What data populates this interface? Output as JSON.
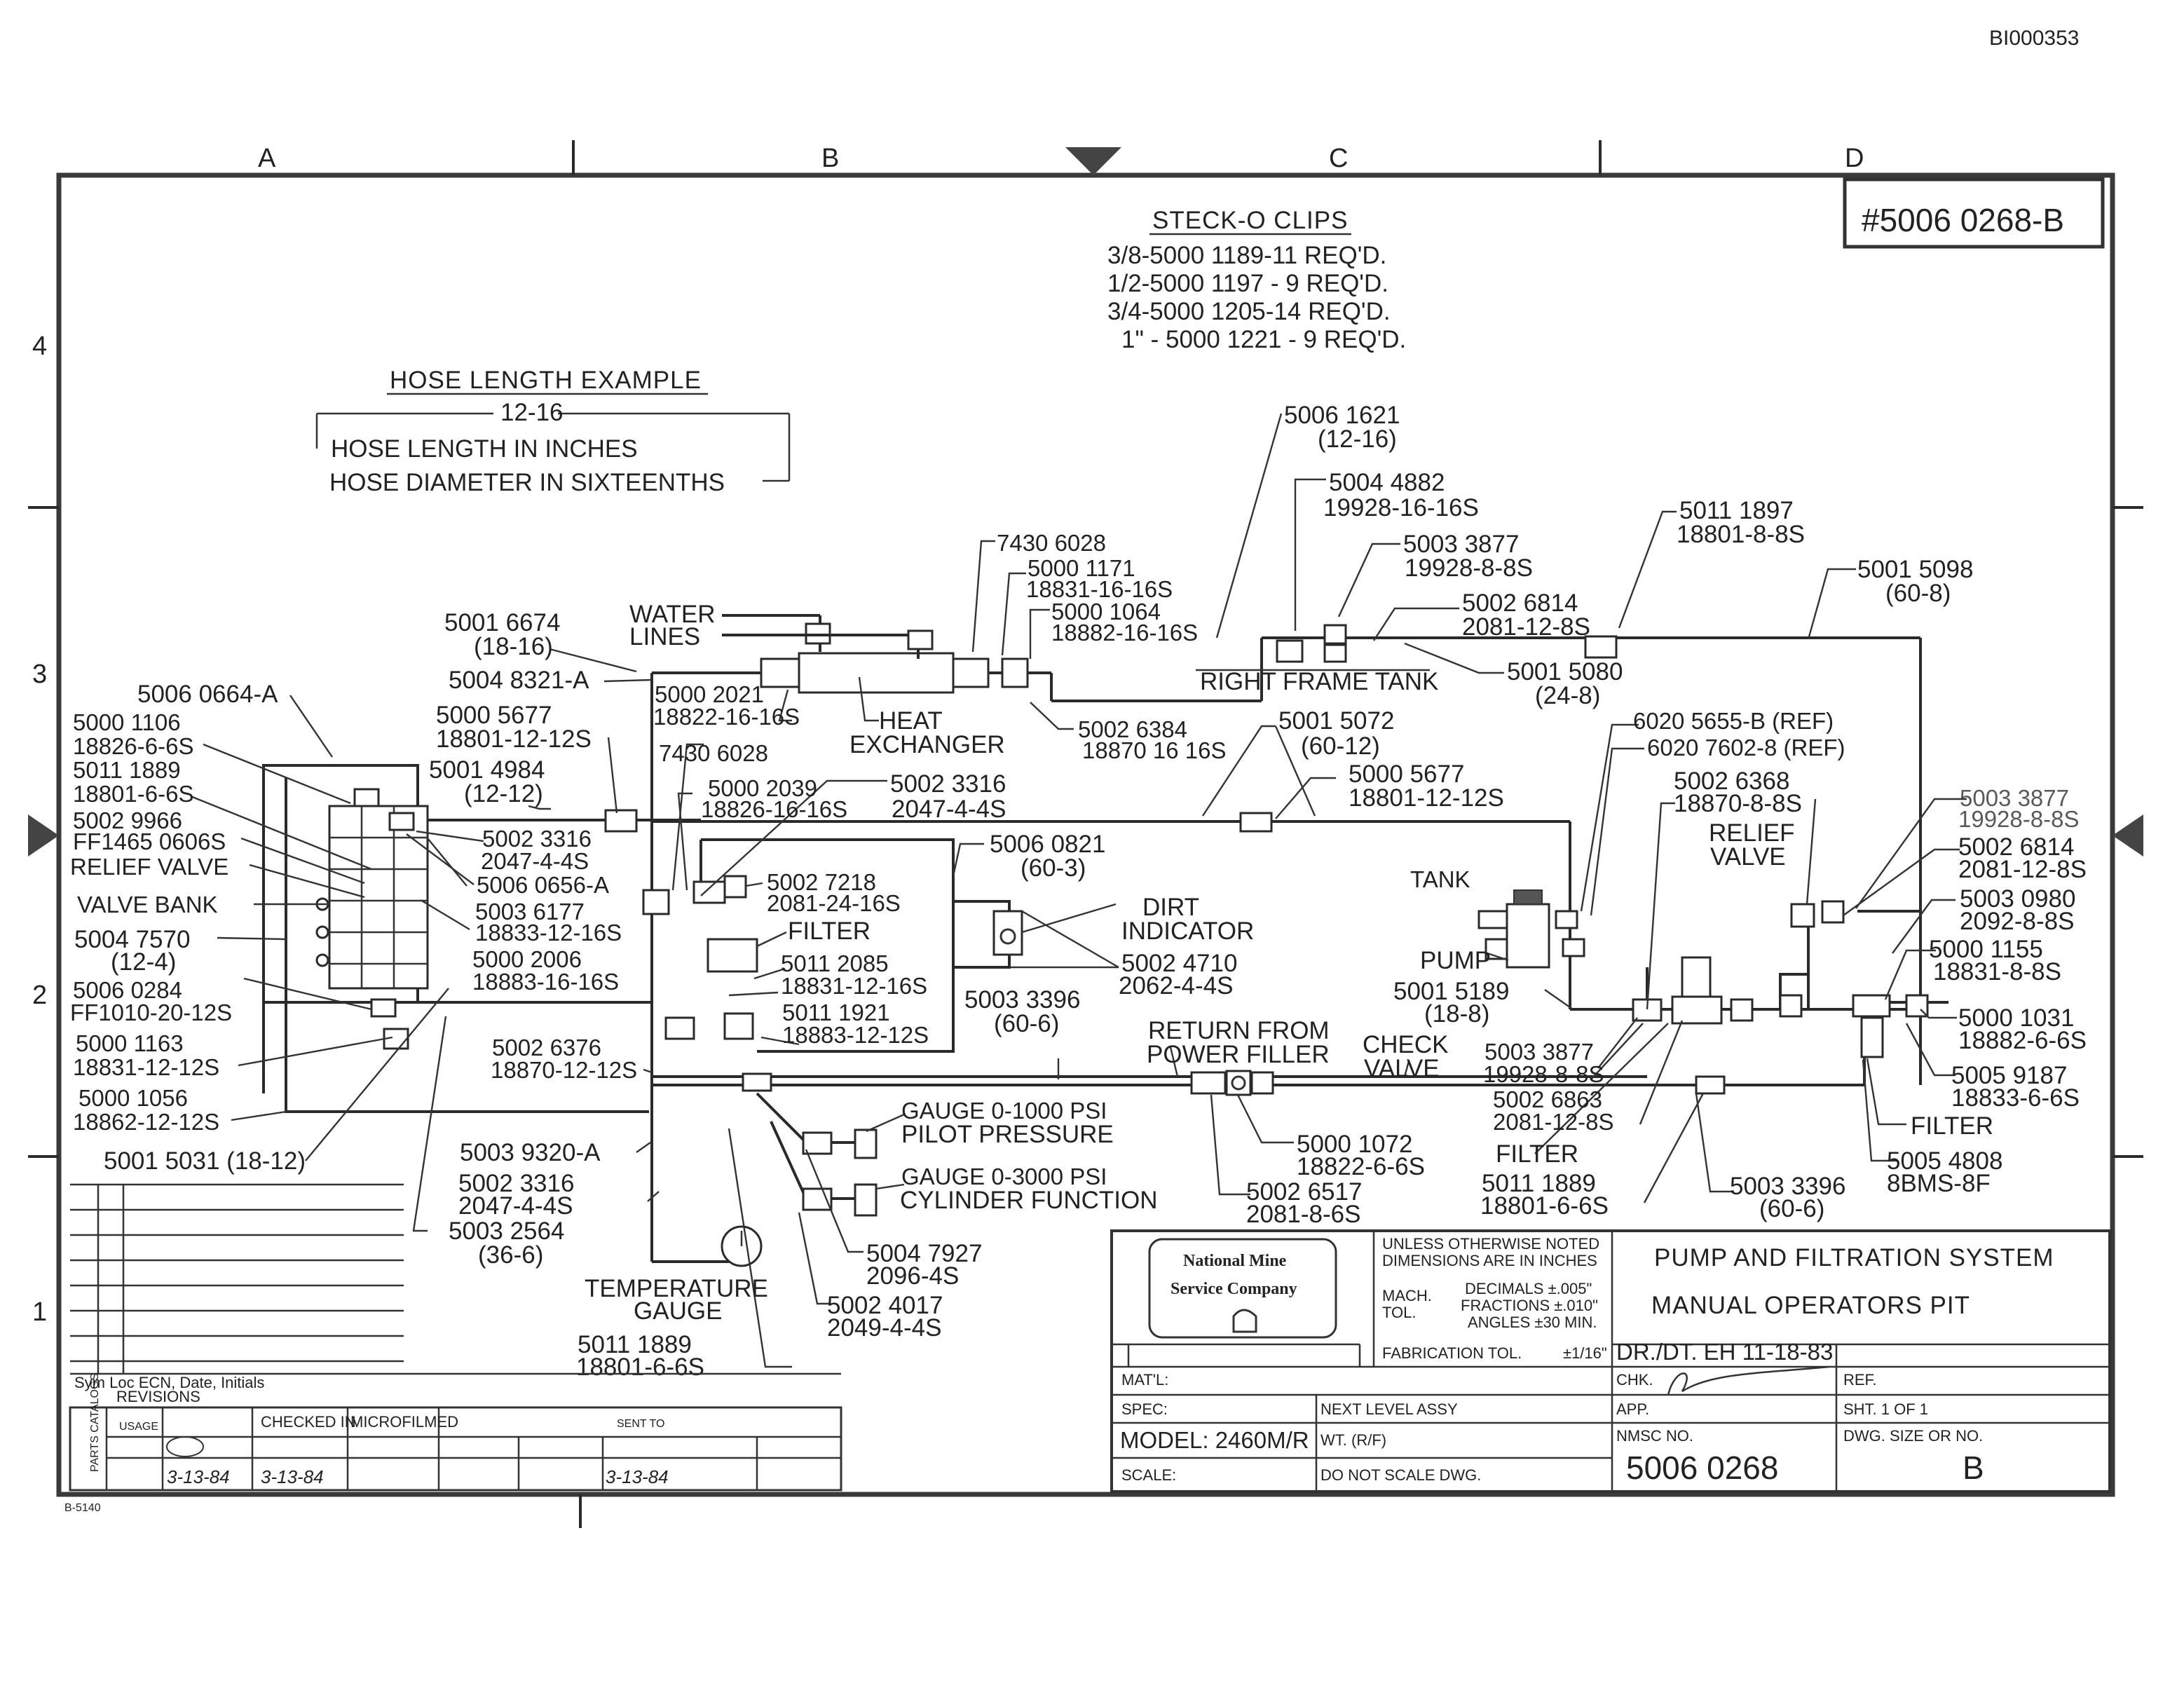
{
  "doc_id": "BI000353",
  "drawing_number_box": "#5006 0268-B",
  "zones": {
    "columns": [
      "A",
      "B",
      "C",
      "D"
    ],
    "rows": [
      "4",
      "3",
      "2",
      "1"
    ]
  },
  "stecko_clips": {
    "title": "STECK-O CLIPS",
    "lines": [
      "3/8-5000 1189-11 REQ'D.",
      "1/2-5000 1197 - 9 REQ'D.",
      "3/4-5000 1205-14 REQ'D.",
      "1\" - 5000 1221 - 9 REQ'D."
    ]
  },
  "hose_example": {
    "title": "HOSE LENGTH EXAMPLE",
    "code": "12-16",
    "length": "HOSE LENGTH IN INCHES",
    "diameter": "HOSE DIAMETER IN SIXTEENTHS"
  },
  "labels": {
    "p50061621": "5006 1621",
    "p50061621b": "(12-16)",
    "p50044882": "5004 4882",
    "p50044882b": "19928-16-16S",
    "p50033877a": "5003 3877",
    "p50033877ab": "19928-8-8S",
    "p50111897": "5011 1897",
    "p50111897b": "18801-8-8S",
    "p50015098": "5001 5098",
    "p50015098b": "(60-8)",
    "p74306028a": "7430 6028",
    "p50001171": "5000 1171",
    "p50001171b": "18831-16-16S",
    "p50001064": "5000 1064",
    "p50001064b": "18882-16-16S",
    "p50026814a": "5002 6814",
    "p50026814ab": "2081-12-8S",
    "right_frame_tank": "RIGHT FRAME TANK",
    "p50015080": "5001 5080",
    "p50015080b": "(24-8)",
    "water_lines_1": "WATER",
    "water_lines_2": "LINES",
    "p50016674": "5001 6674",
    "p50016674b": "(18-16)",
    "p50048321": "5004 8321-A",
    "p50002021": "5000 2021",
    "p50002021b": "18822-16-16S",
    "heat_exchanger_1": "HEAT",
    "heat_exchanger_2": "EXCHANGER",
    "p50026384": "5002 6384",
    "p50026384b": "18870 16 16S",
    "p50015072": "5001 5072",
    "p50015072b": "(60-12)",
    "p60205655": "6020 5655-B (REF)",
    "p60207602": "6020 7602-8 (REF)",
    "p50060664": "5006 0664-A",
    "p50001106": "5000 1106",
    "p50001106b": "18826-6-6S",
    "p50005677a": "5000 5677",
    "p50005677ab": "18801-12-12S",
    "p74306028b": "7430 6028",
    "p50002039": "5000 2039",
    "p50002039b": "18826-16-16S",
    "p50023316a": "5002 3316",
    "p50023316ab": "2047-4-4S",
    "p50005677b": "5000 5677",
    "p50005677bb": "18801-12-12S",
    "p50026368": "5002 6368",
    "p50026368b": "18870-8-8S",
    "p50111889a": "5011 1889",
    "p50111889ab": "18801-6-6S",
    "p50014984": "5001 4984",
    "p50014984b": "(12-12)",
    "p50029966": "5002 9966",
    "p50029966b": "FF1465 0606S",
    "p50023316b": "5002 3316",
    "p50023316bb": "2047-4-4S",
    "p50036177": "5003 6177",
    "p50036177b": "18833-12-16S",
    "p50060656": "5006 0656-A",
    "relief_valve_left": "RELIEF VALVE",
    "valve_bank": "VALVE BANK",
    "p50047570": "5004 7570",
    "p50047570b": "(12-4)",
    "p50027218": "5002 7218",
    "p50027218b": "2081-24-16S",
    "filter_mid": "FILTER",
    "p50060821": "5006 0821",
    "p50060821b": "(60-3)",
    "dirt_indicator_1": "DIRT",
    "dirt_indicator_2": "INDICATOR",
    "tank": "TANK",
    "relief_valve_right_1": "RELIEF",
    "relief_valve_right_2": "VALVE",
    "p50033877b": "5003 3877",
    "p50033877bb": "19928-8-8S",
    "p50026814b": "5002 6814",
    "p50026814bb": "2081-12-8S",
    "p50030980": "5003 0980",
    "p50030980b": "2092-8-8S",
    "p50001155": "5000 1155",
    "p50001155b": "18831-8-8S",
    "p50060284": "5006 0284",
    "p50060284b": "FF1010-20-12S",
    "p50112085": "5011 2085",
    "p50112085b": "18831-12-16S",
    "p50002006": "5000 2006",
    "p50002006b": "18883-16-16S",
    "p50024710": "5002 4710",
    "p50024710b": "2062-4-4S",
    "pump": "PUMP",
    "p50015189": "5001 5189",
    "p50015189b": "(18-8)",
    "p50001163": "5000 1163",
    "p50001163b": "18831-12-12S",
    "p50111921": "5011 1921",
    "p50111921b": "18883-12-12S",
    "p50033396a": "5003 3396",
    "p50033396ab": "(60-6)",
    "return_from_1": "RETURN FROM",
    "return_from_2": "POWER FILLER",
    "check_valve_1": "CHECK",
    "check_valve_2": "VALVE",
    "p50033877c": "5003 3877",
    "p50033877cb": "19928-8-8S",
    "p50001031": "5000 1031",
    "p50001031b": "18882-6-6S",
    "p50026376": "5002 6376",
    "p50026376b": "18870-12-12S",
    "p50001056": "5000 1056",
    "p50001056b": "18862-12-12S",
    "p50026863": "5002 6863",
    "p50026863b": "2081-12-8S",
    "p50059187": "5005 9187",
    "p50059187b": "18833-6-6S",
    "gauge_pilot_1": "GAUGE  0-1000 PSI",
    "gauge_pilot_2": "PILOT PRESSURE",
    "filter_right": "FILTER",
    "filter_low": "FILTER",
    "p50015031": "5001 5031 (18-12)",
    "p50039320": "5003 9320-A",
    "p50001072": "5000 1072",
    "p50001072b": "18822-6-6S",
    "p50054808": "5005 4808",
    "p50054808b": "8BMS-8F",
    "p50023316c": "5002 3316",
    "p50023316cb": "2047-4-4S",
    "gauge_cyl_1": "GAUGE  0-3000 PSI",
    "gauge_cyl_2": "CYLINDER FUNCTION",
    "p50111889b": "5011 1889",
    "p50111889bb": "18801-6-6S",
    "p50033396b": "5003 3396",
    "p50033396bb": "(60-6)",
    "p50026517": "5002 6517",
    "p50026517b": "2081-8-6S",
    "p50032564": "5003 2564",
    "p50032564b": "(36-6)",
    "p50047927": "5004 7927",
    "p50047927b": "2096-4S",
    "temp_gauge_1": "TEMPERATURE",
    "temp_gauge_2": "GAUGE",
    "p50024017": "5002 4017",
    "p50024017b": "2049-4-4S",
    "p50111889c": "5011 1889",
    "p50111889cb": "18801-6-6S"
  },
  "title_block": {
    "company_1": "National Mine",
    "company_2": "Service Company",
    "tol_1": "UNLESS OTHERWISE NOTED",
    "tol_2": "DIMENSIONS ARE IN INCHES",
    "tol_mach_1": "MACH.",
    "tol_mach_2": "TOL.",
    "tol_decimals": "DECIMALS ±.005\"",
    "tol_fractions": "FRACTIONS ±.010\"",
    "tol_angles": "ANGLES ±30 MIN.",
    "tol_fab": "FABRICATION TOL.",
    "tol_fab_val": "±1/16\"",
    "title_1": "PUMP AND FILTRATION SYSTEM",
    "title_2": "MANUAL OPERATORS PIT",
    "drawn": "DR./DT. EH 11-18-83",
    "matl": "MAT'L:",
    "chk": "CHK.",
    "ref": "REF.",
    "spec": "SPEC:",
    "next_level": "NEXT LEVEL ASSY",
    "app": "APP.",
    "sheet": "SHT.  1  OF  1",
    "model": "MODEL: 2460M/R",
    "wt": "WT. (R/F)",
    "nmsc_no_label": "NMSC NO.",
    "dwg_size_label": "DWG. SIZE OR NO.",
    "scale": "SCALE:",
    "do_not_scale": "DO NOT SCALE DWG.",
    "nmsc_no": "5006 0268",
    "dwg_size": "B"
  },
  "revisions": {
    "header": "Sym  Loc  ECN, Date, Initials",
    "label": "REVISIONS",
    "parts_catalog": "PARTS CATALOGS",
    "usage": "USAGE",
    "checked_in": "CHECKED IN",
    "microfilmed": "MICROFILMED",
    "sent_to": "SENT TO",
    "date1": "3-13-84",
    "date2": "3-13-84",
    "date3": "3-13-84",
    "form_no": "B-5140"
  }
}
